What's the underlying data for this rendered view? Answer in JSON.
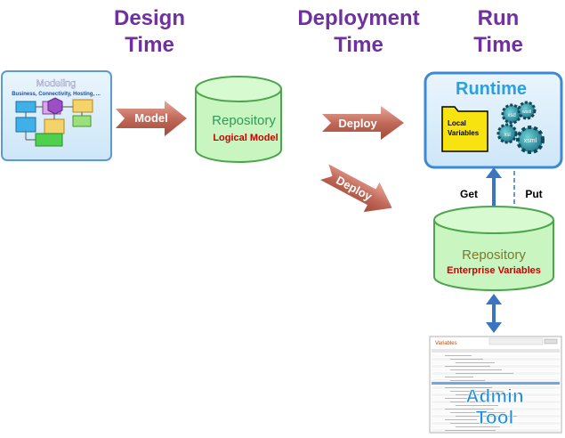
{
  "phases": {
    "design": [
      "Design",
      "Time"
    ],
    "deployment": [
      "Deployment",
      "Time"
    ],
    "run": [
      "Run",
      "Time"
    ]
  },
  "modeling": {
    "title": "Modeling",
    "subtitle": "Business, Connectivity, Hosting, ..."
  },
  "arrows": {
    "model": "Model",
    "deploy_top": "Deploy",
    "deploy_bottom": "Deploy",
    "get": "Get",
    "put": "Put"
  },
  "repository_logical": {
    "title": "Repository",
    "subtitle": "Logical Model"
  },
  "runtime": {
    "title": "Runtime",
    "folder_label": [
      "Local",
      "Variables"
    ],
    "gears": [
      "xsd",
      "wsdl",
      "xsl",
      "xsml"
    ]
  },
  "repository_enterprise": {
    "title": "Repository",
    "subtitle": "Enterprise Variables"
  },
  "admin_tool": {
    "title": "Variables",
    "overlay": [
      "Admin",
      "Tool"
    ]
  },
  "colors": {
    "phase_text": "#7030a0",
    "cylinder_fill": "#c9f5c0",
    "cylinder_stroke": "#4da64d",
    "runtime_fill": "#dbeefa",
    "runtime_stroke": "#5b9bd5",
    "arrow_fill": "#c26a5a",
    "link_arrow": "#3a75c4",
    "subtitle_red": "#cc0000"
  }
}
